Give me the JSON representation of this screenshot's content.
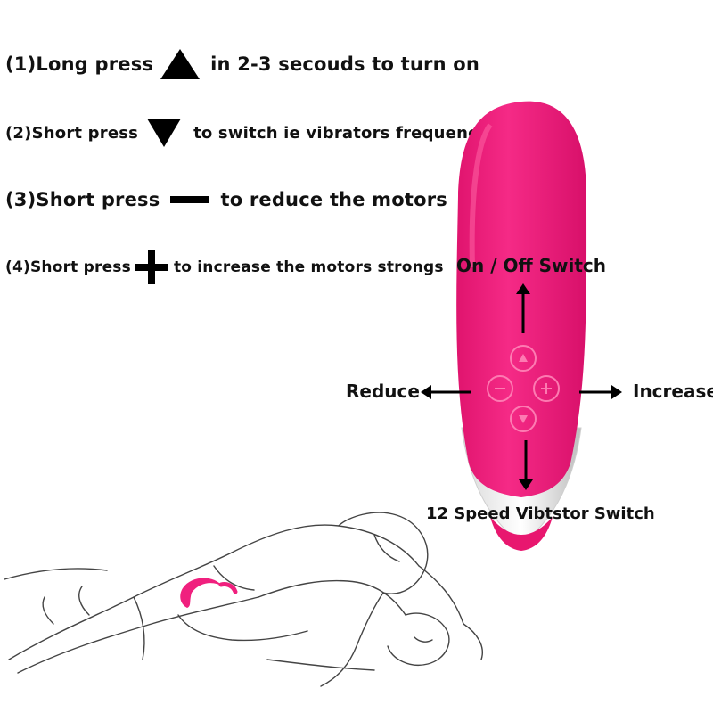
{
  "instructions": [
    {
      "label": "(1)Long press",
      "icon": "triangle-up-icon",
      "text": "in 2-3 secouds to turn on"
    },
    {
      "label": "(2)Short press",
      "icon": "triangle-down-icon",
      "text": "to switch ie vibrators frequency"
    },
    {
      "label": "(3)Short press",
      "icon": "minus-icon",
      "text": "to reduce the motors"
    },
    {
      "label": "(4)Short press",
      "icon": "plus-icon",
      "text": "to  increase  the motors strongs"
    }
  ],
  "callouts": {
    "on_off": "On / Off Switch",
    "reduce": "Reduce",
    "increase": "Increase",
    "speed": "12 Speed Vibtstor Switch"
  },
  "colors": {
    "device_pink": "#f0207e",
    "device_dark_pink": "#d0145f",
    "text": "#111111"
  }
}
